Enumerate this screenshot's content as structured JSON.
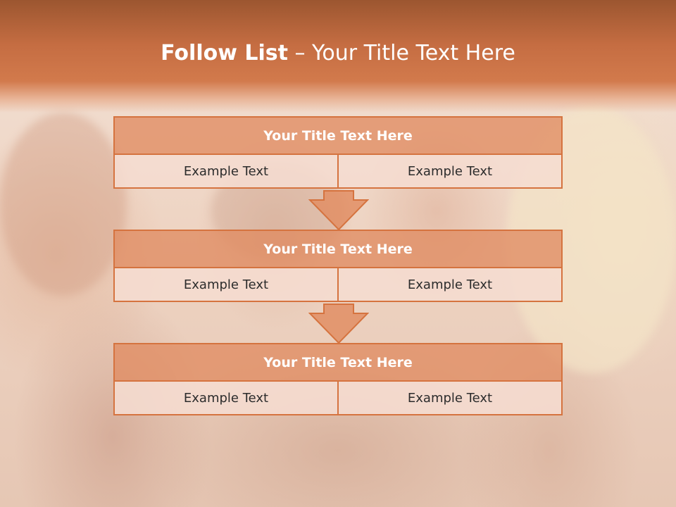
{
  "slide": {
    "title_bold": "Follow List",
    "title_rest": " – Your Title Text Here"
  },
  "blocks": [
    {
      "title": "Your Title Text Here",
      "left": "Example Text",
      "right": "Example Text"
    },
    {
      "title": "Your Title Text Here",
      "left": "Example Text",
      "right": "Example Text"
    },
    {
      "title": "Your Title Text Here",
      "left": "Example Text",
      "right": "Example Text"
    }
  ],
  "colors": {
    "accent": "#d5733f",
    "header_fill": "#e08c62",
    "cell_fill": "#f5dcd0",
    "title_band": "#c56d42",
    "title_text": "#ffffff"
  },
  "icons": [
    "down-arrow-icon",
    "down-arrow-icon"
  ]
}
